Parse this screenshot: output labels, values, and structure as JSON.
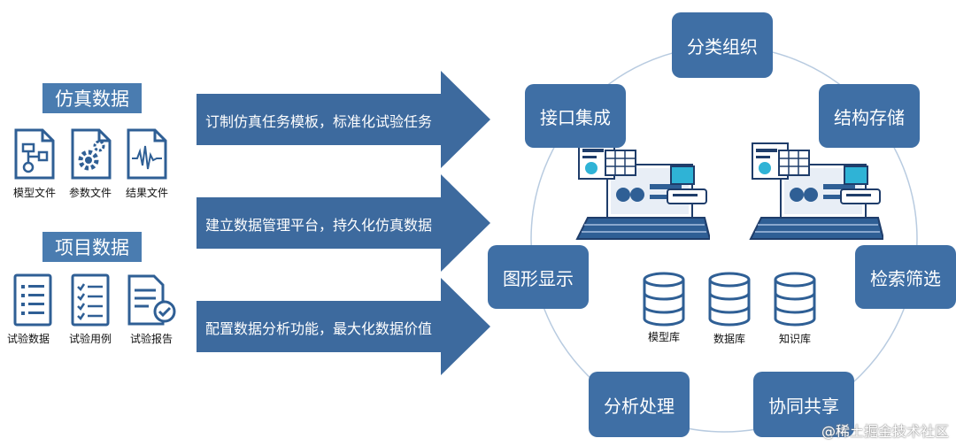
{
  "left": {
    "sim_title": "仿真数据",
    "sim_files": [
      {
        "label": "模型文件",
        "icon": "flowchart-file-icon"
      },
      {
        "label": "参数文件",
        "icon": "gear-file-icon"
      },
      {
        "label": "结果文件",
        "icon": "waveform-file-icon"
      }
    ],
    "proj_title": "项目数据",
    "proj_files": [
      {
        "label": "试验数据",
        "icon": "list-doc-icon"
      },
      {
        "label": "试验用例",
        "icon": "checklist-doc-icon"
      },
      {
        "label": "试验报告",
        "icon": "report-check-icon"
      }
    ]
  },
  "arrows": [
    "订制仿真任务模板，标准化试验任务",
    "建立数据管理平台，持久化仿真数据",
    "配置数据分析功能，最大化数据价值"
  ],
  "cycle": {
    "nodes": [
      "分类组织",
      "结构存储",
      "检索筛选",
      "协同共享",
      "分析处理",
      "图形显示",
      "接口集成"
    ],
    "databases": [
      "模型库",
      "数据库",
      "知识库"
    ]
  },
  "watermark": "@稀土掘金技术社区",
  "colors": {
    "arrow": "#3d6a9e",
    "node": "#3f6fa5",
    "label": "#4a7cb0",
    "icon_stroke": "#2f5f95"
  }
}
